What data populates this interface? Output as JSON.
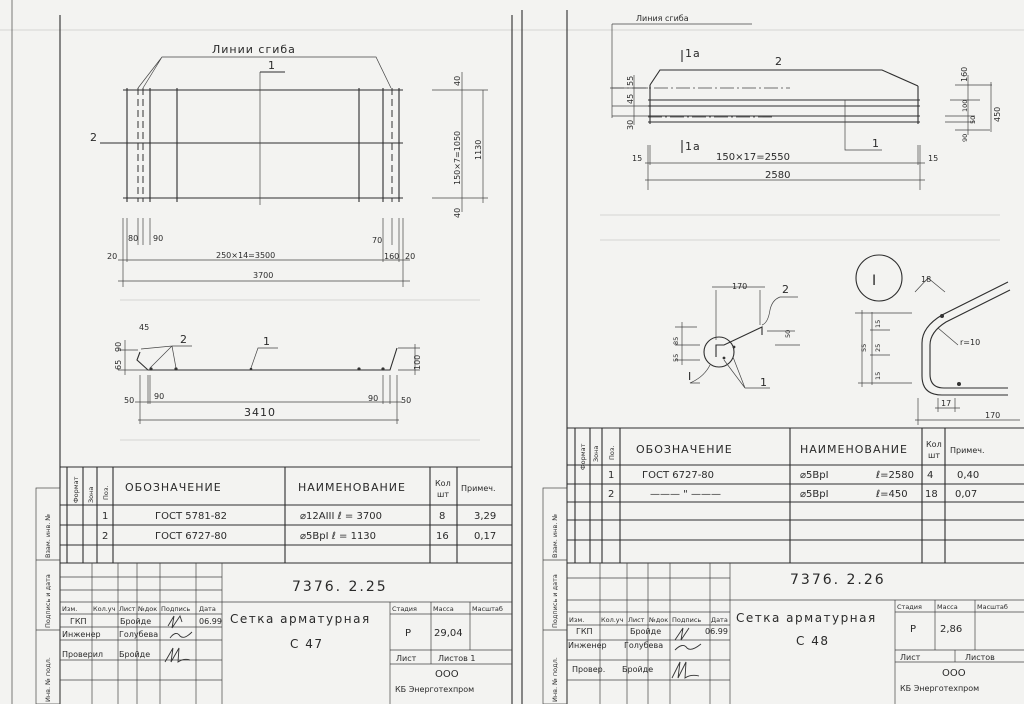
{
  "margin_stamp": {
    "inv_original": "Инв. № подл.",
    "sign_date": "Подпись и дата",
    "replace_inv": "Взам. инв. №"
  },
  "spec_headers": {
    "format": "Формат",
    "zone": "Зона",
    "pos": "Поз.",
    "designation": "ОБОЗНАЧЕНИЕ",
    "name": "НАИМЕНОВАНИЕ",
    "qty_line1": "Кол",
    "qty_line2": "шт",
    "note": "Примеч."
  },
  "title_headers": {
    "izm": "Изм.",
    "kol_uch": "Кол.уч",
    "list": "Лист",
    "ndoc": "№док",
    "signature": "Подпись",
    "date": "Дата",
    "stage": "Стадия",
    "mass": "Масса",
    "scale": "Масштаб",
    "sheet": "Лист"
  },
  "left_sheet": {
    "plan": {
      "bend_label": "Линии сгиба",
      "pos1": "1",
      "pos2": "2",
      "dim_top40": "40",
      "dim_pitch_v": "150×7=1050",
      "dim_total_v": "1130",
      "dim_bot40": "40",
      "dim_80": "80",
      "dim_90": "90",
      "dim_20_left": "20",
      "dim_pitch_h": "250×14=3500",
      "dim_70": "70",
      "dim_160": "160",
      "dim_20_right": "20",
      "dim_total_h": "3700"
    },
    "section": {
      "dim_45": "45",
      "dim_65": "65",
      "dim_90_v": "90",
      "pos2": "2",
      "pos1": "1",
      "dim_100": "100",
      "dim_50_left": "50",
      "dim_90_left": "90",
      "dim_total": "3410",
      "dim_90_right": "90",
      "dim_50_right": "50"
    },
    "spec_rows": [
      {
        "pos": "1",
        "designation": "ГОСТ 5781-82",
        "name": "⌀12АIII  ℓ = 3700",
        "qty": "8",
        "note": "3,29"
      },
      {
        "pos": "2",
        "designation": "ГОСТ 6727-80",
        "name": "⌀5ВрI  ℓ = 1130",
        "qty": "16",
        "note": "0,17"
      }
    ],
    "title_block": {
      "doc_number": "7376. 2.25",
      "title": "Сетка арматурная",
      "mark": "С 47",
      "stage": "Р",
      "mass": "29,04",
      "sheets": "Листов 1",
      "org_line1": "ООО",
      "org_line2": "КБ Энерготехпром",
      "staff": [
        {
          "role": "ГКП",
          "name": "Бройде",
          "date": "06.99"
        },
        {
          "role": "Инженер",
          "name": "Голубева",
          "date": ""
        },
        {
          "role": "Проверил",
          "name": "Бройде",
          "date": ""
        }
      ]
    }
  },
  "right_sheet": {
    "plan": {
      "bend_label": "Линия сгиба",
      "section_mark_top": "1a",
      "section_mark_bottom": "1a",
      "pos2": "2",
      "pos1": "1",
      "dim_55": "55",
      "dim_45": "45",
      "dim_30": "30",
      "dim_15_left": "15",
      "dim_pitch": "150×17=2550",
      "dim_15_right": "15",
      "dim_total": "2580",
      "dim_160": "160",
      "dim_100": "100",
      "dim_50": "50",
      "dim_90": "90",
      "dim_450": "450"
    },
    "section": {
      "dim_170": "170",
      "pos2": "2",
      "dim_85": "85",
      "dim_55": "55",
      "dim_50": "50",
      "detail_ref": "I",
      "pos1": "1"
    },
    "detail": {
      "label": "I",
      "dim_18": "18",
      "dim_15_top": "15",
      "dim_25": "25",
      "dim_15_bottom": "15",
      "dim_55": "55",
      "radius": "r=10",
      "dim_17": "17",
      "dim_170": "170"
    },
    "spec_rows": [
      {
        "pos": "1",
        "designation": "ГОСТ 6727-80",
        "name": "⌀5ВрI",
        "length": "ℓ=2580",
        "qty": "4",
        "note": "0,40"
      },
      {
        "pos": "2",
        "designation": "——— \" ———",
        "name": "⌀5ВрI",
        "length": "ℓ=450",
        "qty": "18",
        "note": "0,07"
      }
    ],
    "title_block": {
      "doc_number": "7376. 2.26",
      "title": "Сетка арматурная",
      "mark": "С 48",
      "stage": "Р",
      "mass": "2,86",
      "sheets": "Листов",
      "org_line1": "ООО",
      "org_line2": "КБ Энерготехпром",
      "staff": [
        {
          "role": "ГКП",
          "name": "Бройде",
          "date": "06.99"
        },
        {
          "role": "Инженер",
          "name": "Голубева",
          "date": ""
        },
        {
          "role": "Провер.",
          "name": "Бройде",
          "date": ""
        }
      ]
    }
  }
}
